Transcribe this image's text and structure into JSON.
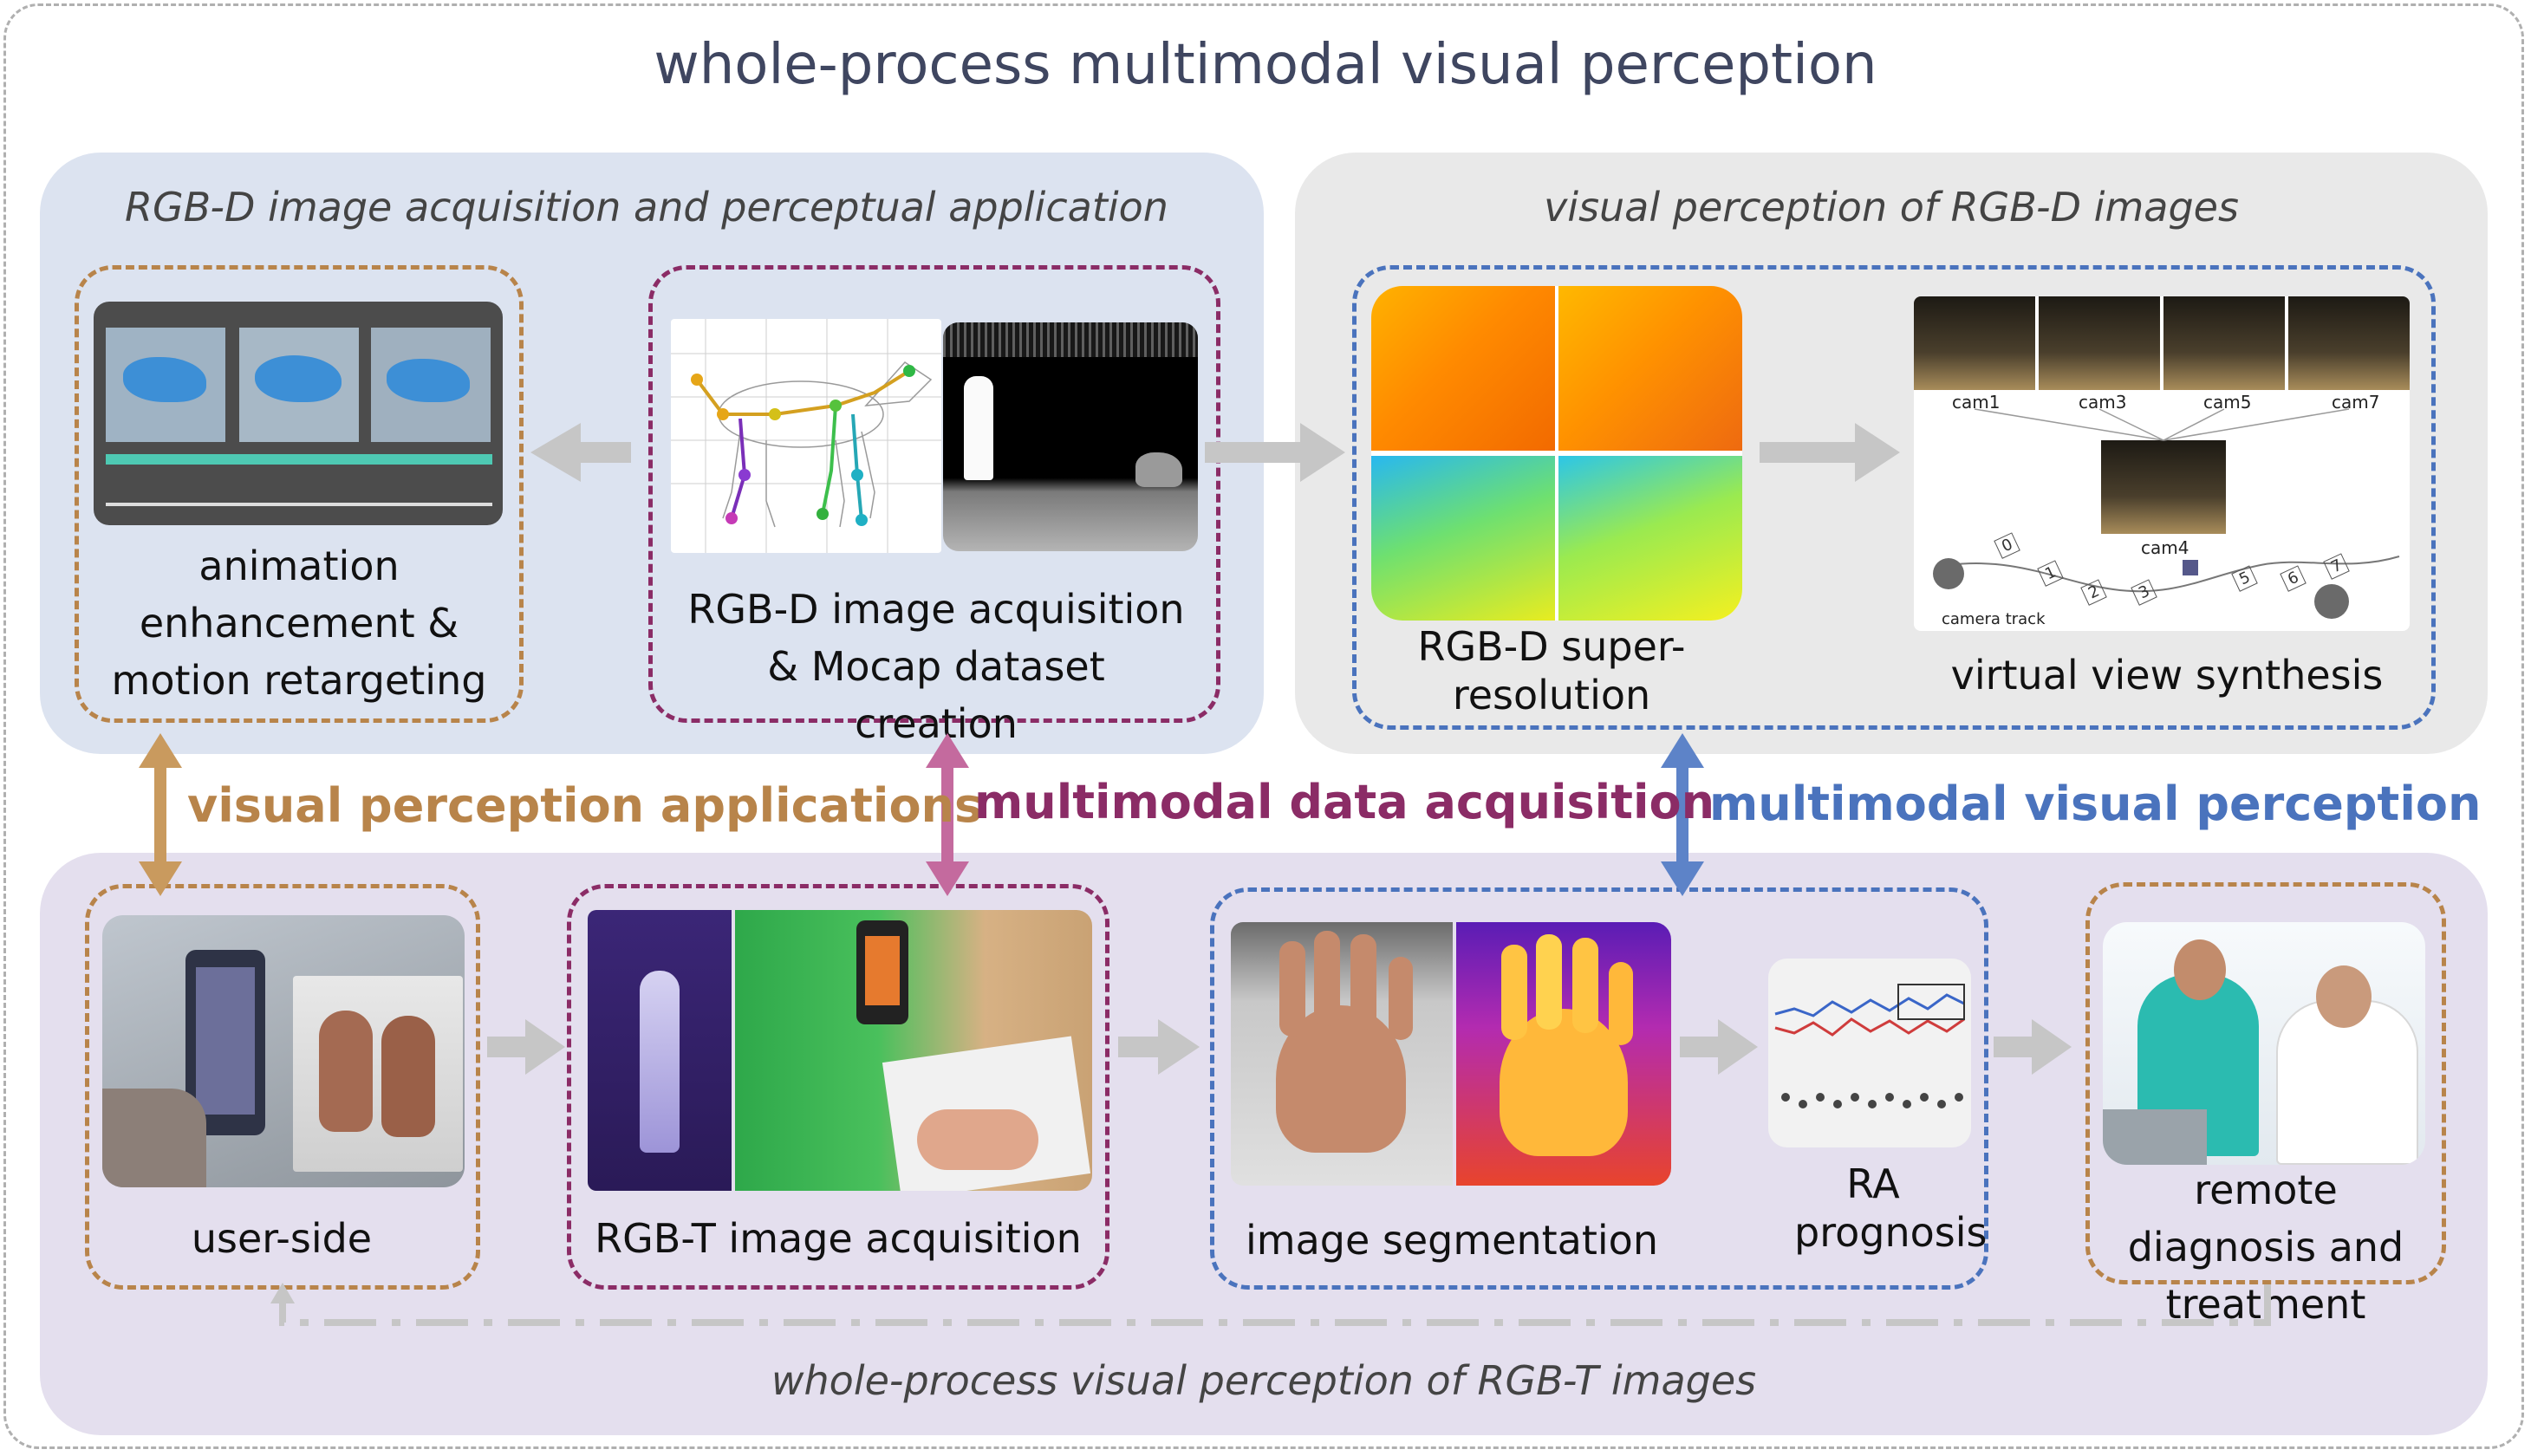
{
  "title": "whole-process multimodal visual perception",
  "panels": {
    "rgbd_app": "RGB-D image acquisition and perceptual application",
    "rgbd_perc": "visual perception of RGB-D images",
    "rgbt": "whole-process visual perception of RGB-T images"
  },
  "boxes": {
    "animation": "animation enhancement & motion retargeting",
    "rgbd_acq": "RGB-D image acquisition & Mocap dataset creation",
    "superres": "RGB-D super-resolution",
    "vvs": "virtual view synthesis",
    "user": "user-side",
    "rgbt_acq": "RGB-T image acquisition",
    "seg": "image segmentation",
    "ra": "RA prognosis",
    "remote": "remote diagnosis and treatment"
  },
  "labels": {
    "apps": "visual perception applications",
    "acq": "multimodal data acquisition",
    "perc": "multimodal visual perception"
  },
  "cams": {
    "c1": "cam1",
    "c3": "cam3",
    "c5": "cam5",
    "c7": "cam7",
    "c4": "cam4",
    "track": "camera track",
    "n0": "0",
    "n1": "1",
    "n2": "2",
    "n3": "3",
    "n5": "5",
    "n6": "6",
    "n7": "7"
  },
  "colors": {
    "orange": "#b8844a",
    "purple": "#8b2c66",
    "blue": "#4a73bd",
    "arrow": "#c6c6c6"
  }
}
